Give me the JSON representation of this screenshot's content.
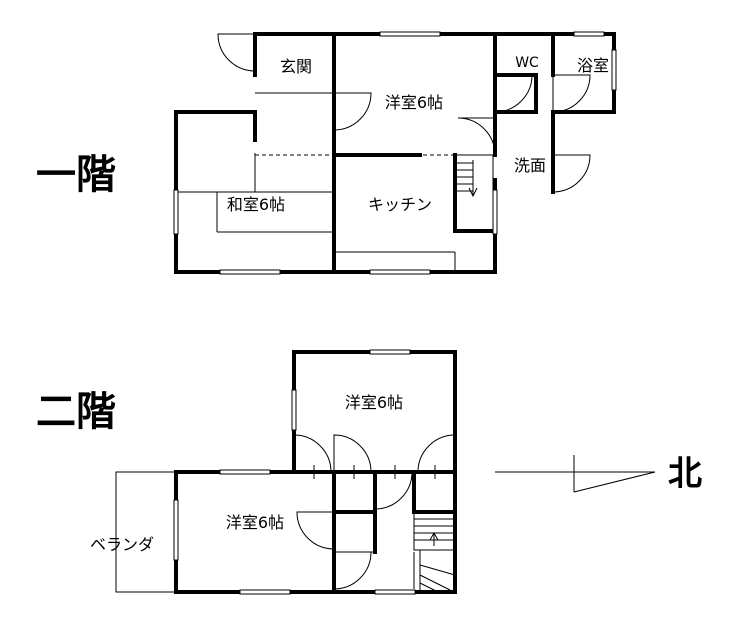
{
  "floors": {
    "first": {
      "label": "一階",
      "rooms": {
        "genkan": "玄関",
        "western": "洋室6帖",
        "wc": "WC",
        "bath": "浴室",
        "washroom": "洗面",
        "japanese": "和室6帖",
        "kitchen": "キッチン"
      }
    },
    "second": {
      "label": "二階",
      "rooms": {
        "western_upper": "洋室6帖",
        "western_lower": "洋室6帖",
        "veranda": "ベランダ"
      }
    }
  },
  "compass": {
    "label": "北"
  }
}
